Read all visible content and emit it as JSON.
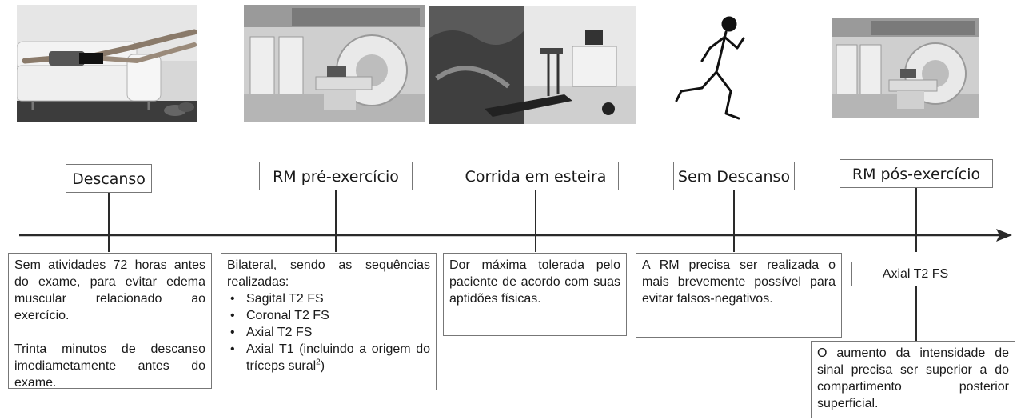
{
  "colors": {
    "line": "#2a2a2a",
    "border": "#777777"
  },
  "icons": {
    "photo_rest": "person-resting-on-sofa-photo",
    "photo_mri": "mri-scanner-room-photo",
    "photo_treadmill": "treadmill-room-photo",
    "icon_runner": "runner-sketch-icon"
  },
  "steps": [
    {
      "label": "Descanso"
    },
    {
      "label": "RM pré-exercício"
    },
    {
      "label": "Corrida em esteira"
    },
    {
      "label": "Sem Descanso"
    },
    {
      "label": "RM pós-exercício"
    }
  ],
  "boxes": {
    "descanso": {
      "p1": "Sem atividades 72 horas antes do exame, para evitar edema muscular relacionado ao exercício.",
      "p2": "Trinta minutos de descanso imediametamente antes do exame."
    },
    "pre": {
      "intro": "Bilateral, sendo as sequências realizadas:",
      "items": [
        "Sagital T2 FS",
        "Coronal T2 FS",
        "Axial T2 FS",
        "Axial T1 (incluindo a origem do tríceps sural"
      ],
      "superscript": "2",
      "closing": ")"
    },
    "corrida": {
      "text": "Dor máxima tolerada pelo paciente de acordo com suas aptidões físicas."
    },
    "sem": {
      "text": "A RM precisa ser realizada o mais brevemente possível para evitar falsos-negativos."
    },
    "pos": {
      "sequence": "Axial T2 FS",
      "text": "O aumento da intensidade de sinal precisa ser superior a do compartimento posterior superficial."
    }
  }
}
